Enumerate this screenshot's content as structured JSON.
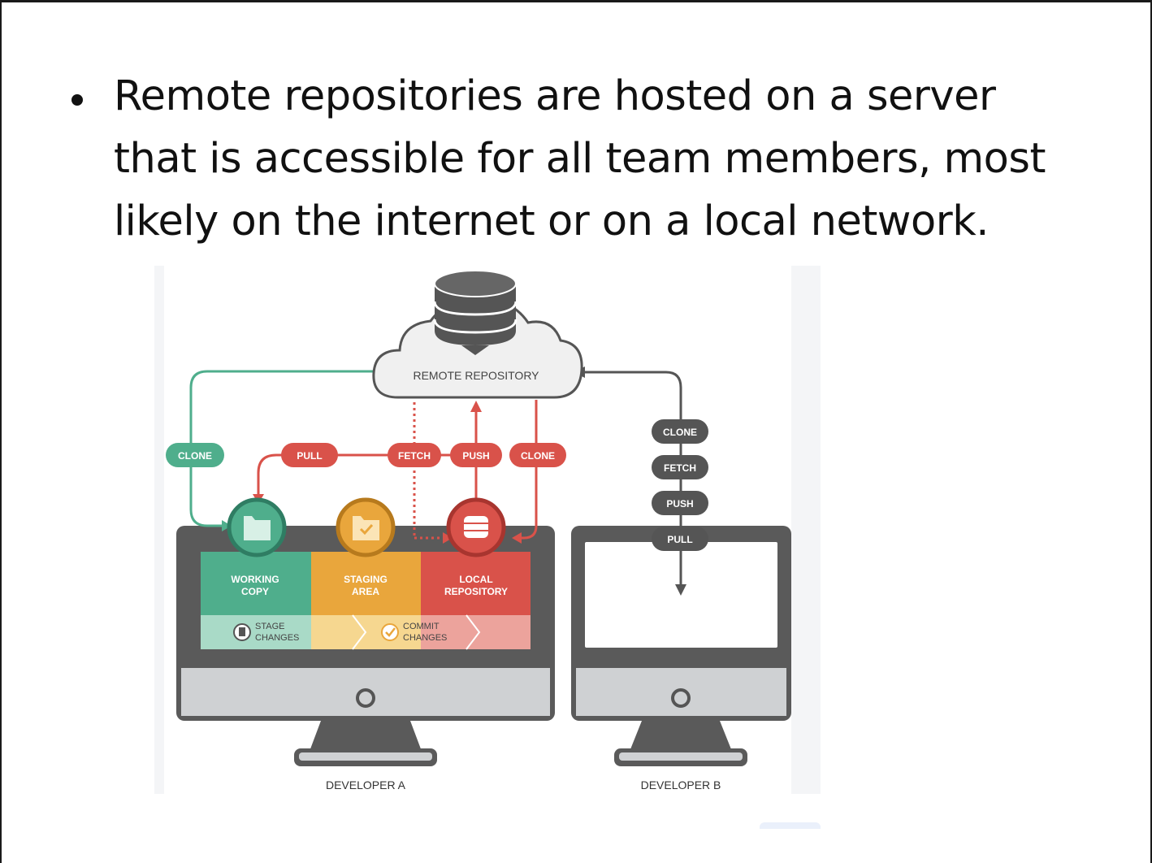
{
  "slide": {
    "bullet": "Remote repositories are hosted on a server that is accessible for all team members, most likely on the internet or on a local network."
  },
  "diagram": {
    "remote_label": "REMOTE REPOSITORY",
    "pills_a": {
      "clone_left": "CLONE",
      "pull": "PULL",
      "fetch": "FETCH",
      "push": "PUSH",
      "clone_right": "CLONE"
    },
    "pills_b": [
      "CLONE",
      "FETCH",
      "PUSH",
      "PULL"
    ],
    "working_copy": [
      "WORKING",
      "COPY"
    ],
    "staging_area": [
      "STAGING",
      "AREA"
    ],
    "local_repository": [
      "LOCAL",
      "REPOSITORY"
    ],
    "stage_changes": [
      "STAGE",
      "CHANGES"
    ],
    "commit_changes": [
      "COMMIT",
      "CHANGES"
    ],
    "developer_a": "DEVELOPER A",
    "developer_b": "DEVELOPER B"
  },
  "colors": {
    "green": "#4fae8c",
    "orange": "#e9a63c",
    "red": "#d9524a",
    "grey": "#555555"
  }
}
